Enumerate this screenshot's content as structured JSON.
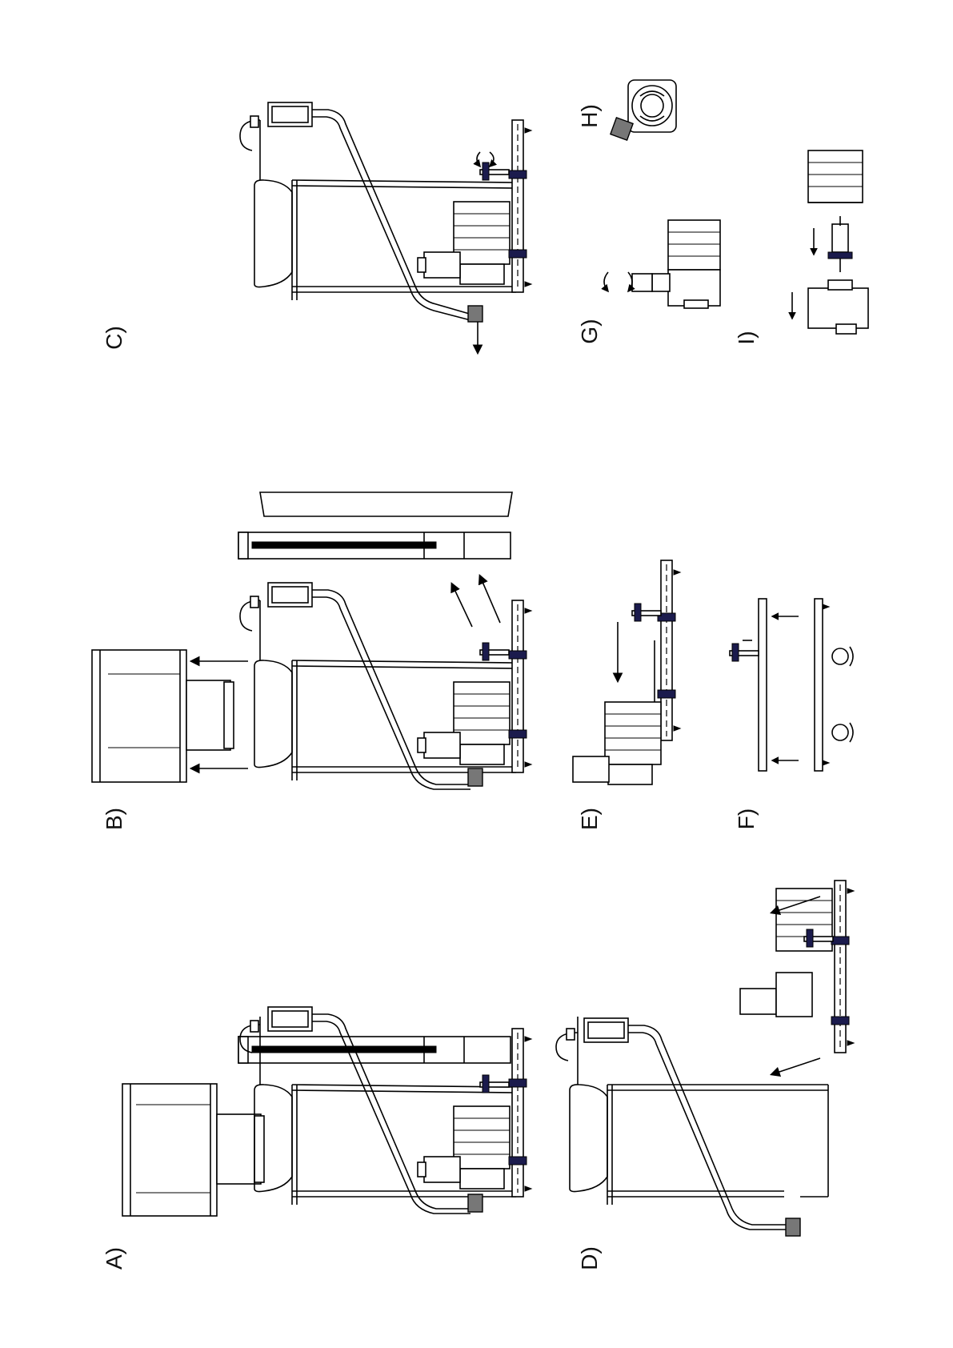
{
  "panels": [
    {
      "id": "A",
      "label": "A)"
    },
    {
      "id": "B",
      "label": "B)"
    },
    {
      "id": "C",
      "label": "C)"
    },
    {
      "id": "D",
      "label": "D)"
    },
    {
      "id": "E",
      "label": "E)"
    },
    {
      "id": "F",
      "label": "F)"
    },
    {
      "id": "G",
      "label": "G)"
    },
    {
      "id": "H",
      "label": "H)"
    },
    {
      "id": "I",
      "label": "I)"
    }
  ]
}
